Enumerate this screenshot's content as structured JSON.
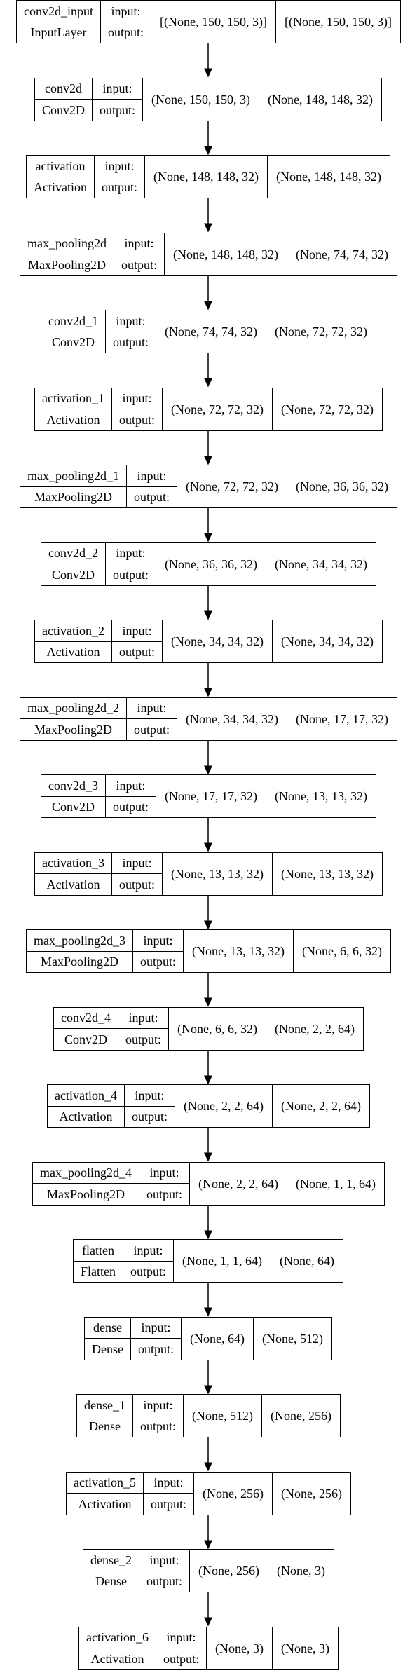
{
  "io_labels": {
    "input": "input:",
    "output": "output:"
  },
  "layers": [
    {
      "name": "conv2d_input",
      "type": "InputLayer",
      "input_shape": "[(None, 150, 150, 3)]",
      "output_shape": "[(None, 150, 150, 3)]"
    },
    {
      "name": "conv2d",
      "type": "Conv2D",
      "input_shape": "(None, 150, 150, 3)",
      "output_shape": "(None, 148, 148, 32)"
    },
    {
      "name": "activation",
      "type": "Activation",
      "input_shape": "(None, 148, 148, 32)",
      "output_shape": "(None, 148, 148, 32)"
    },
    {
      "name": "max_pooling2d",
      "type": "MaxPooling2D",
      "input_shape": "(None, 148, 148, 32)",
      "output_shape": "(None, 74, 74, 32)"
    },
    {
      "name": "conv2d_1",
      "type": "Conv2D",
      "input_shape": "(None, 74, 74, 32)",
      "output_shape": "(None, 72, 72, 32)"
    },
    {
      "name": "activation_1",
      "type": "Activation",
      "input_shape": "(None, 72, 72, 32)",
      "output_shape": "(None, 72, 72, 32)"
    },
    {
      "name": "max_pooling2d_1",
      "type": "MaxPooling2D",
      "input_shape": "(None, 72, 72, 32)",
      "output_shape": "(None, 36, 36, 32)"
    },
    {
      "name": "conv2d_2",
      "type": "Conv2D",
      "input_shape": "(None, 36, 36, 32)",
      "output_shape": "(None, 34, 34, 32)"
    },
    {
      "name": "activation_2",
      "type": "Activation",
      "input_shape": "(None, 34, 34, 32)",
      "output_shape": "(None, 34, 34, 32)"
    },
    {
      "name": "max_pooling2d_2",
      "type": "MaxPooling2D",
      "input_shape": "(None, 34, 34, 32)",
      "output_shape": "(None, 17, 17, 32)"
    },
    {
      "name": "conv2d_3",
      "type": "Conv2D",
      "input_shape": "(None, 17, 17, 32)",
      "output_shape": "(None, 13, 13, 32)"
    },
    {
      "name": "activation_3",
      "type": "Activation",
      "input_shape": "(None, 13, 13, 32)",
      "output_shape": "(None, 13, 13, 32)"
    },
    {
      "name": "max_pooling2d_3",
      "type": "MaxPooling2D",
      "input_shape": "(None, 13, 13, 32)",
      "output_shape": "(None, 6, 6, 32)"
    },
    {
      "name": "conv2d_4",
      "type": "Conv2D",
      "input_shape": "(None, 6, 6, 32)",
      "output_shape": "(None, 2, 2, 64)"
    },
    {
      "name": "activation_4",
      "type": "Activation",
      "input_shape": "(None, 2, 2, 64)",
      "output_shape": "(None, 2, 2, 64)"
    },
    {
      "name": "max_pooling2d_4",
      "type": "MaxPooling2D",
      "input_shape": "(None, 2, 2, 64)",
      "output_shape": "(None, 1, 1, 64)"
    },
    {
      "name": "flatten",
      "type": "Flatten",
      "input_shape": "(None, 1, 1, 64)",
      "output_shape": "(None, 64)"
    },
    {
      "name": "dense",
      "type": "Dense",
      "input_shape": "(None, 64)",
      "output_shape": "(None, 512)"
    },
    {
      "name": "dense_1",
      "type": "Dense",
      "input_shape": "(None, 512)",
      "output_shape": "(None, 256)"
    },
    {
      "name": "activation_5",
      "type": "Activation",
      "input_shape": "(None, 256)",
      "output_shape": "(None, 256)"
    },
    {
      "name": "dense_2",
      "type": "Dense",
      "input_shape": "(None, 256)",
      "output_shape": "(None, 3)"
    },
    {
      "name": "activation_6",
      "type": "Activation",
      "input_shape": "(None, 3)",
      "output_shape": "(None, 3)"
    }
  ]
}
